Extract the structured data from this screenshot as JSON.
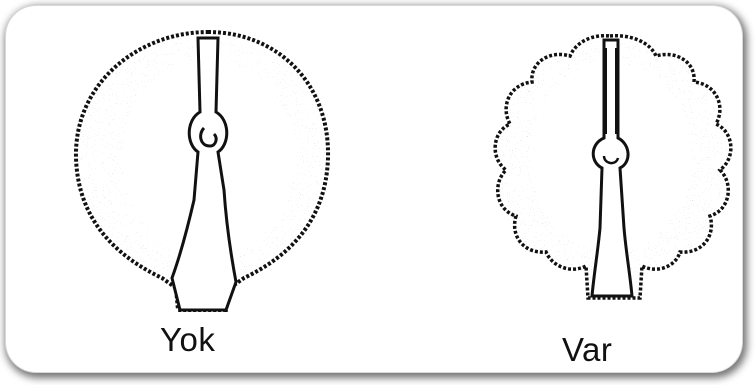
{
  "panels": [
    {
      "label": "Yok",
      "icon": "smooth-edged-seed-drawing"
    },
    {
      "label": "Var",
      "icon": "lobed-edged-seed-drawing"
    }
  ]
}
